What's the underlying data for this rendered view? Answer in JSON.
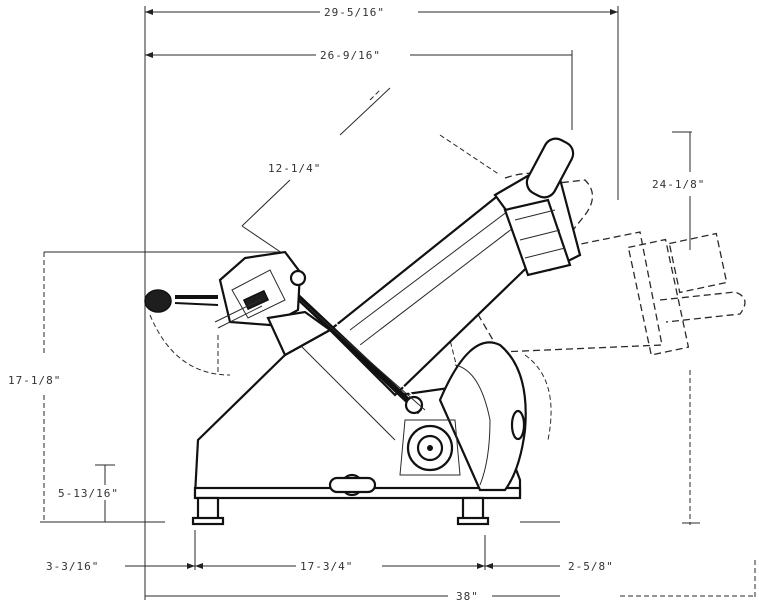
{
  "diagram": {
    "dimensions": {
      "overall_width": "29-5/16\"",
      "inner_width": "26-9/16\"",
      "diagonal": "12-1/4\"",
      "carriage_offset": "24-1/8\"",
      "height": "17-1/8\"",
      "base_height": "5-13/16\"",
      "left_offset": "3-3/16\"",
      "foot_spacing": "17-3/4\"",
      "right_offset": "2-5/8\"",
      "overall_depth": "38\""
    }
  }
}
